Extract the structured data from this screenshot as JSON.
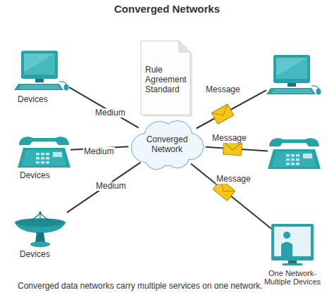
{
  "diagram": {
    "title": "Converged Networks",
    "caption": "Converged data networks carry multiple services on one network.",
    "nodes": [
      {
        "text": [
          "Devices"
        ]
      },
      {
        "text": [
          "Rule Agreement Standard"
        ]
      },
      {
        "text": []
      },
      {
        "text": [
          "Converged Network"
        ]
      },
      {
        "text": [
          "Devices"
        ]
      },
      {
        "text": []
      },
      {
        "text": [
          "Devices"
        ]
      },
      {
        "text": [
          "One Network- Multiple Devices"
        ]
      }
    ],
    "edges": [
      {
        "from": 0,
        "to": 3,
        "label": "Medium",
        "arrow": "none"
      },
      {
        "from": 4,
        "to": 3,
        "label": "Medium",
        "arrow": "none"
      },
      {
        "from": 6,
        "to": 3,
        "label": "Medium",
        "arrow": "none"
      },
      {
        "from": 3,
        "to": 2,
        "label": "Message",
        "arrow": "none"
      },
      {
        "from": 3,
        "to": 5,
        "label": "Message",
        "arrow": "none"
      },
      {
        "from": 3,
        "to": 7,
        "label": "Message",
        "arrow": "none"
      }
    ]
  }
}
